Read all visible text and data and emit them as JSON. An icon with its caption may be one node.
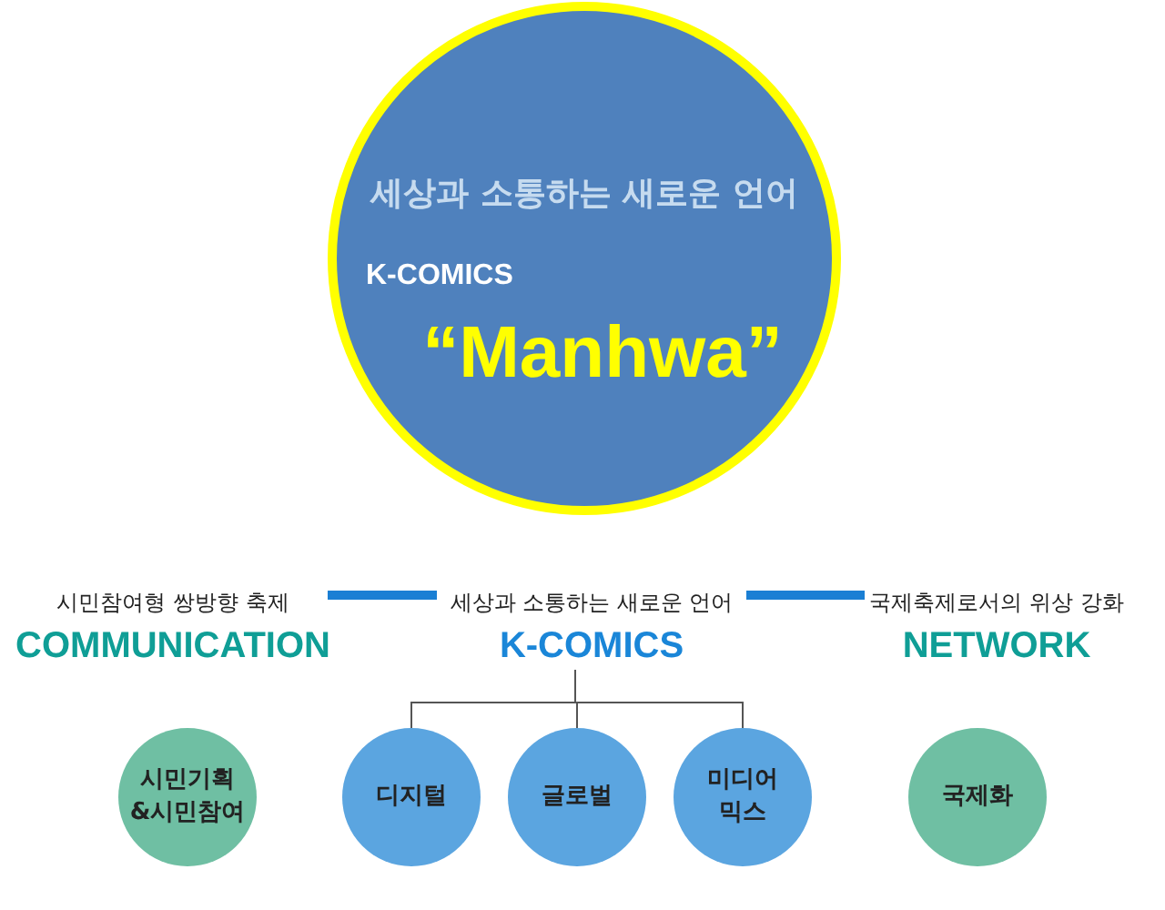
{
  "diagram": {
    "nodes": [
      {
        "text": [
          "세상과 소통하는 새로운 언어",
          "K-COMICS",
          "“Manhwa”"
        ]
      },
      {
        "text": [
          "시민참여형 쌍방향 축제",
          "COMMUNICATION"
        ]
      },
      {
        "text": [
          "세상과 소통하는 새로운 언어",
          "K-COMICS"
        ]
      },
      {
        "text": [
          "국제축제로서의 위상 강화",
          "NETWORK"
        ]
      },
      {
        "text": [
          "시민기획 &시민참여"
        ]
      },
      {
        "text": [
          "디지털"
        ]
      },
      {
        "text": [
          "글로벌"
        ]
      },
      {
        "text": [
          "미디어 믹스"
        ]
      },
      {
        "text": [
          "국제화"
        ]
      }
    ],
    "edges": [
      {
        "from": 1,
        "to": 2,
        "arrow": "none",
        "style": "thick",
        "color": "#1a7fd4"
      },
      {
        "from": 2,
        "to": 3,
        "arrow": "none",
        "style": "thick",
        "color": "#1a7fd4"
      },
      {
        "from": 2,
        "to": 5,
        "arrow": "none"
      },
      {
        "from": 2,
        "to": 6,
        "arrow": "none"
      },
      {
        "from": 2,
        "to": 7,
        "arrow": "none"
      }
    ]
  }
}
